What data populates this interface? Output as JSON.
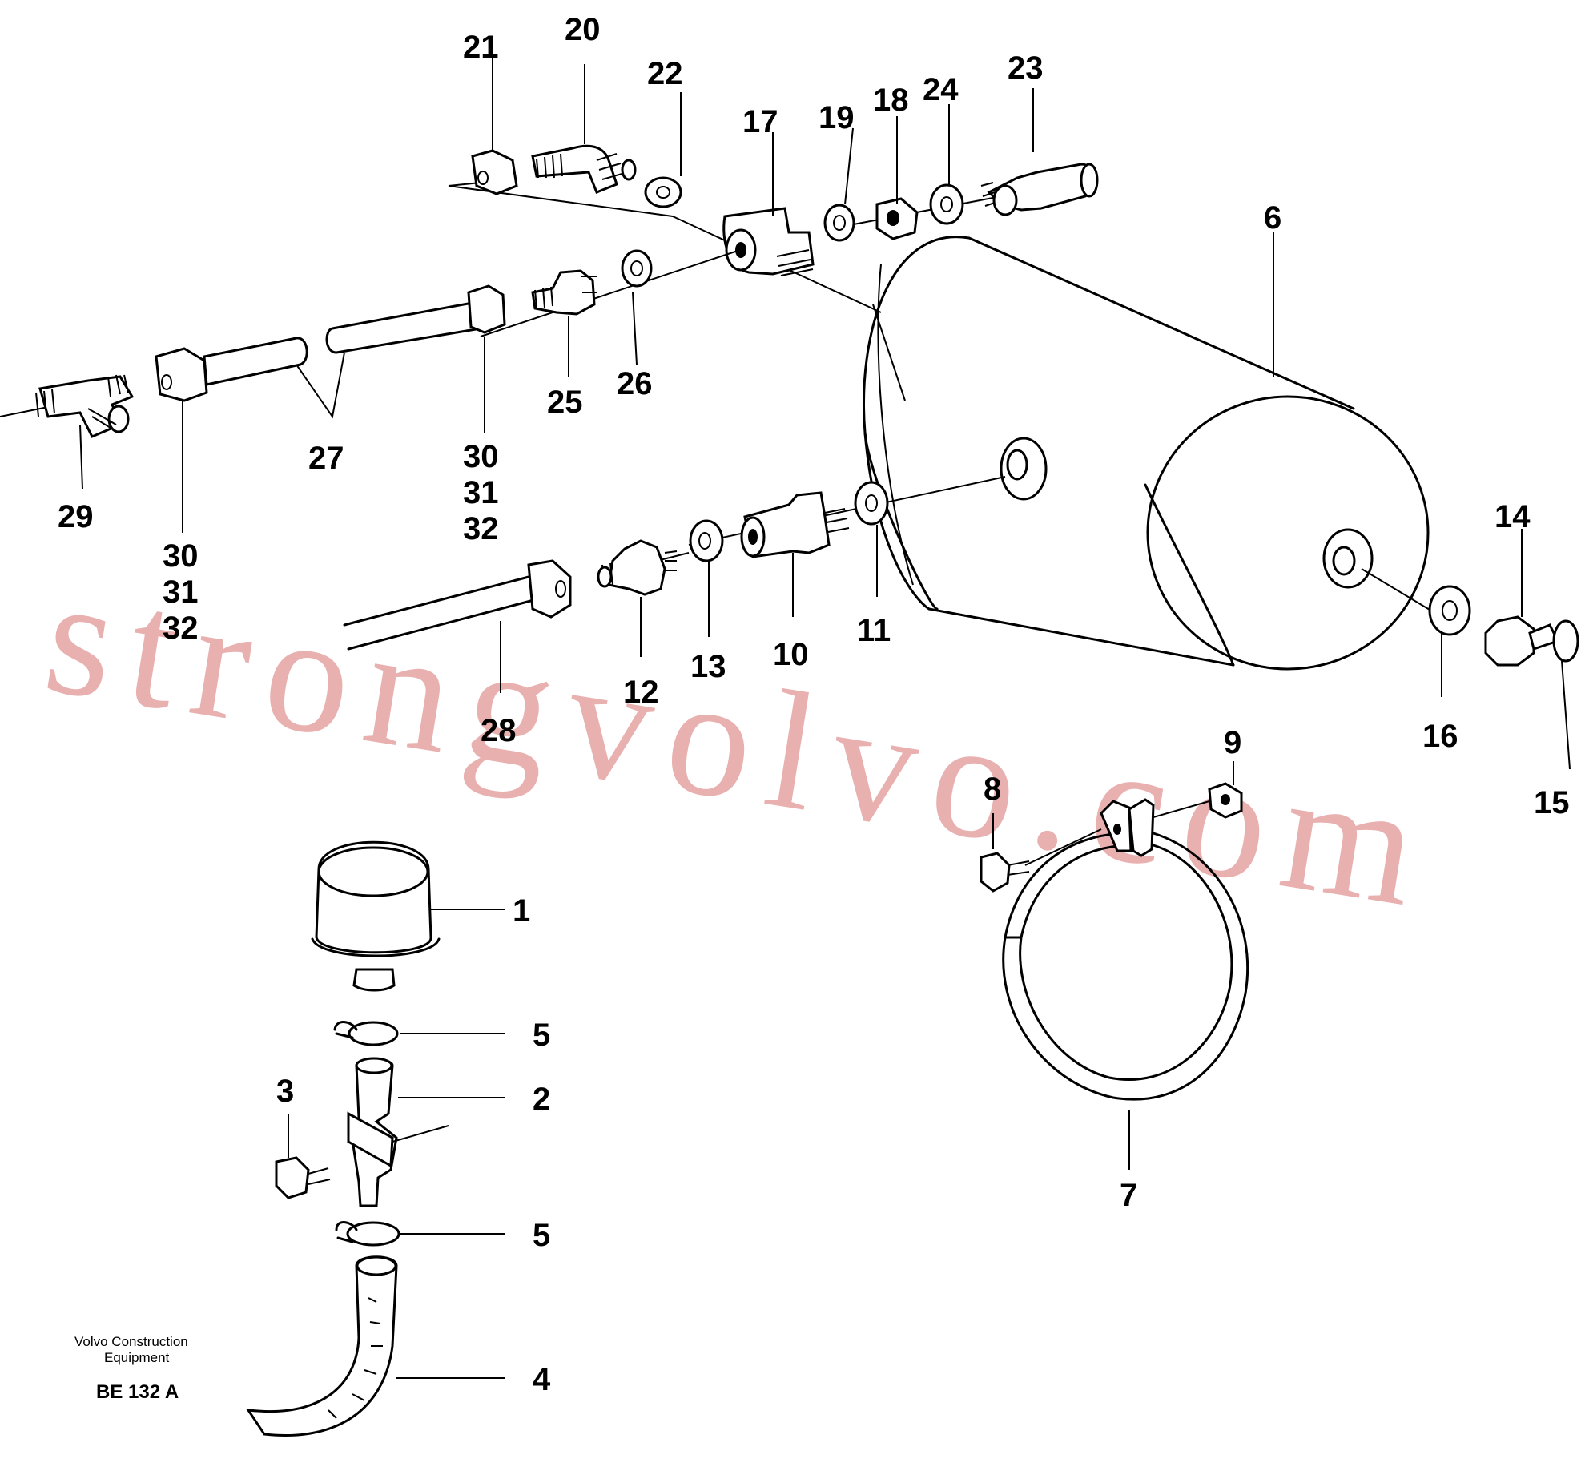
{
  "watermark": "strongvolvo.com",
  "credit": {
    "line1": "Volvo Construction",
    "line2": "Equipment",
    "code": "BE 132 A"
  },
  "labels": {
    "l1": "1",
    "l2": "2",
    "l3": "3",
    "l4": "4",
    "l5a": "5",
    "l5b": "5",
    "l6": "6",
    "l7": "7",
    "l8": "8",
    "l9": "9",
    "l10": "10",
    "l11": "11",
    "l12": "12",
    "l13": "13",
    "l14": "14",
    "l15": "15",
    "l16": "16",
    "l17": "17",
    "l18": "18",
    "l19": "19",
    "l20": "20",
    "l21": "21",
    "l22": "22",
    "l23": "23",
    "l24": "24",
    "l25": "25",
    "l26": "26",
    "l27": "27",
    "l28": "28",
    "l29": "29",
    "l30a": "30",
    "l31a": "31",
    "l32a": "32",
    "l30b": "30",
    "l31b": "31",
    "l32b": "32"
  }
}
